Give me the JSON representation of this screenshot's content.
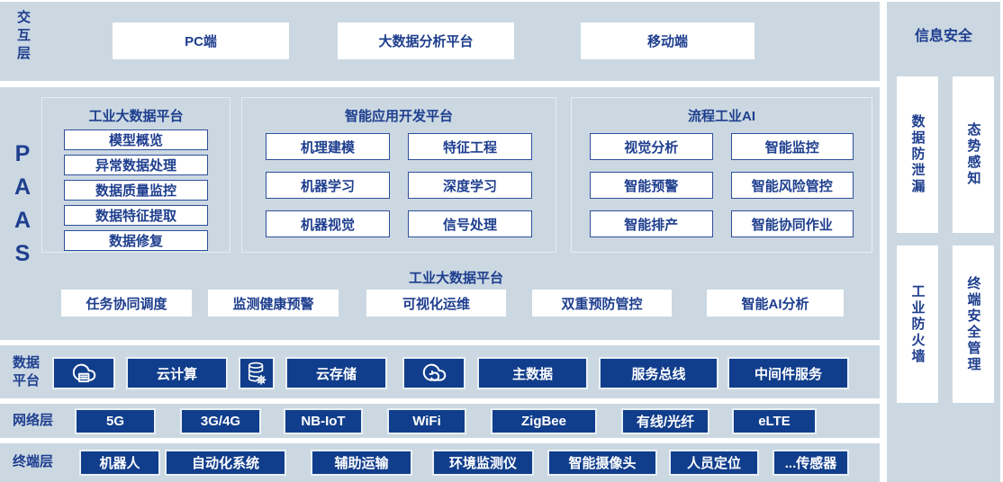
{
  "colors": {
    "band_background": "#cbd8e2",
    "dark_blue": "#113e8c",
    "navy_text": "#1e3e8e",
    "item_border": "#2f4f9d"
  },
  "interaction": {
    "label": "交互层",
    "boxes": [
      "PC端",
      "大数据分析平台",
      "移动端"
    ]
  },
  "paas": {
    "label": "PAAS",
    "groups": [
      {
        "title": "工业大数据平台",
        "items": [
          "模型概览",
          "异常数据处理",
          "数据质量监控",
          "数据特征提取",
          "数据修复"
        ]
      },
      {
        "title": "智能应用开发平台",
        "items": [
          "机理建模",
          "特征工程",
          "机器学习",
          "深度学习",
          "机器视觉",
          "信号处理"
        ]
      },
      {
        "title": "流程工业AI",
        "items": [
          "视觉分析",
          "智能监控",
          "智能预警",
          "智能风险管控",
          "智能排产",
          "智能协同作业"
        ]
      }
    ],
    "bottom": {
      "title": "工业大数据平台",
      "items": [
        "任务协同调度",
        "监测健康预警",
        "可视化运维",
        "双重预防管控",
        "智能AI分析"
      ]
    }
  },
  "data_platform": {
    "label": "数据\n平台",
    "icons": [
      "cloud-server-icon",
      "database-gear-icon",
      "cloud-sync-icon"
    ],
    "boxes": [
      "云计算",
      "云存储",
      "主数据",
      "服务总线",
      "中间件服务"
    ]
  },
  "network": {
    "label": "网络层",
    "boxes": [
      "5G",
      "3G/4G",
      "NB-IoT",
      "WiFi",
      "ZigBee",
      "有线/光纤",
      "eLTE"
    ]
  },
  "terminal": {
    "label": "终端层",
    "boxes": [
      "机器人",
      "自动化系统",
      "辅助运输",
      "环境监测仪",
      "智能摄像头",
      "人员定位",
      "...传感器"
    ]
  },
  "security": {
    "title": "信息安全",
    "boxes": [
      "数据防泄漏",
      "态势感知",
      "工业防火墙",
      "终端安全管理"
    ]
  }
}
